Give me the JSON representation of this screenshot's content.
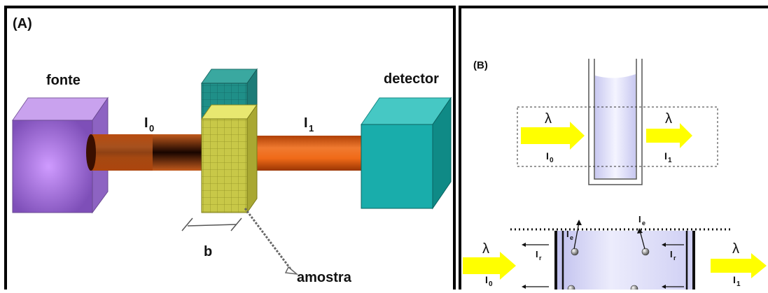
{
  "panel_a": {
    "label": "(A)",
    "source_label": "fonte",
    "detector_label": "detector",
    "i0_main": "I",
    "i0_sub": "0",
    "i1_main": "I",
    "i1_sub": "1",
    "path_length_label": "b",
    "sample_label": "amostra"
  },
  "panel_b": {
    "label": "(B)",
    "lambda_in": "λ",
    "lambda_out": "λ",
    "i0_main": "I",
    "i0_sub": "0",
    "i1_main": "I",
    "i1_sub": "1",
    "detail": {
      "lambda_in": "λ",
      "lambda_out": "λ",
      "i0_main": "I",
      "i0_sub": "0",
      "i1_main": "I",
      "i1_sub": "1",
      "ie_main": "I",
      "ie_sub": "e",
      "ir_main": "I",
      "ir_sub": "r"
    }
  },
  "colors": {
    "source": "#b27fe6",
    "detector": "#18b5b5",
    "beam": "#e55a0a",
    "sample": "#c9c840",
    "arrow": "#ffff00",
    "cuvette_fill": "#d8d8f6"
  }
}
